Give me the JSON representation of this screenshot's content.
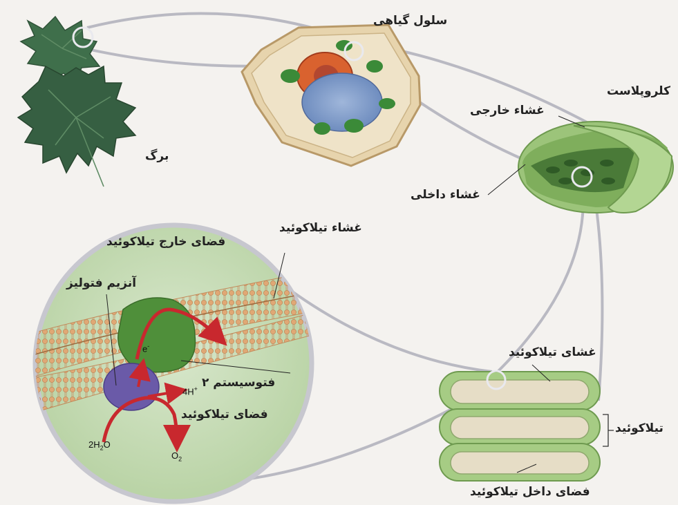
{
  "labels": {
    "leaf": "برگ",
    "plant_cell": "سلول گیاهی",
    "chloroplast": "کلروپلاست",
    "outer_membrane": "غشاء خارجی",
    "inner_membrane": "غشاء داخلی",
    "stroma_space": "فضای خارج تیلاکوئید",
    "thylakoid_membrane_zoom": "غشاء تیلاکوئید",
    "photolysis_enzyme": "آنزیم فتولیز",
    "photosystem2": "فتوسیستم ۲",
    "thylakoid_space": "فضای تیلاکوئید",
    "thylakoid_membrane_stack": "غشای تیلاکوئید",
    "thylakoid": "تیلاکوئید",
    "thylakoid_inner_space": "فضای داخل تیلاکوئید"
  },
  "chem": {
    "electron": "e",
    "electron_sup": "-",
    "proton_prefix": "4H",
    "proton_sup": "+",
    "water_prefix": "2H",
    "water_sub": "2",
    "water_suffix": "O",
    "oxygen_prefix": "O",
    "oxygen_sub": "2"
  },
  "colors": {
    "leaf": "#3d6b4a",
    "chloroplast": "#8dbb6a",
    "membrane": "#d9a678",
    "photosystem": "#4f8f3a",
    "enzyme": "#6a5aa8",
    "arrow": "#c8282e",
    "connector": "#b9b9c2"
  }
}
